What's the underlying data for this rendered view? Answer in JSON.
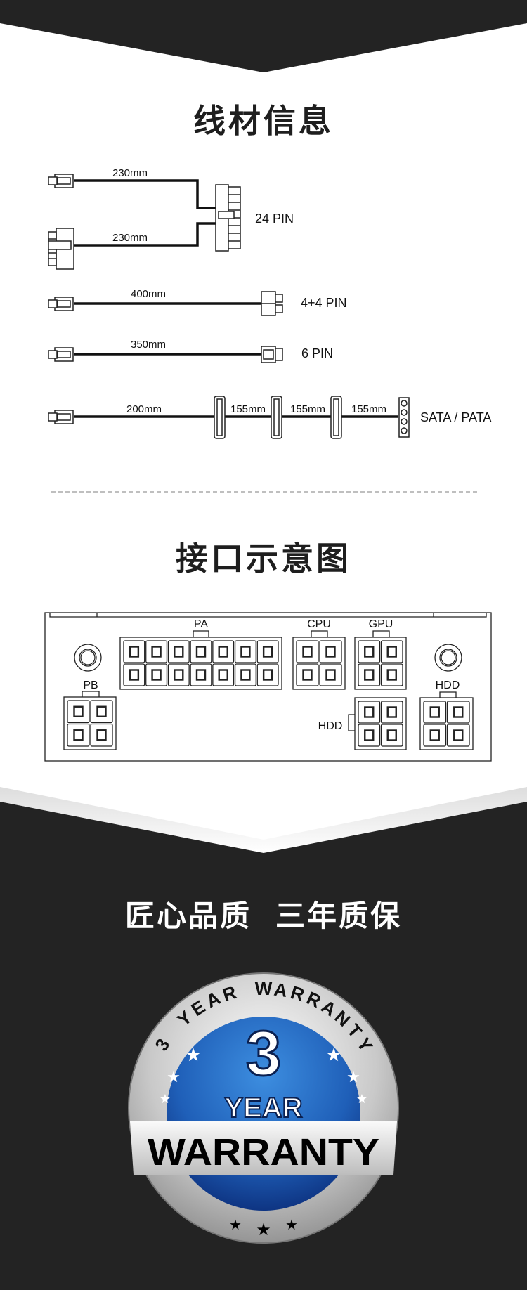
{
  "sections": {
    "cables_title": "线材信息",
    "interface_title": "接口示意图",
    "slogan_left": "匠心品质",
    "slogan_right": "三年质保"
  },
  "cables": {
    "atx_top_length": "230mm",
    "atx_bottom_length": "230mm",
    "atx_label": "24 PIN",
    "cpu_length": "400mm",
    "cpu_label": "4+4 PIN",
    "pcie_length": "350mm",
    "pcie_label": "6 PIN",
    "sata_first_length": "200mm",
    "sata_segments": [
      "155mm",
      "155mm",
      "155mm"
    ],
    "sata_label": "SATA / PATA"
  },
  "interface": {
    "pa_label": "PA",
    "cpu_label": "CPU",
    "gpu_label": "GPU",
    "pb_label": "PB",
    "hdd_mid_label": "HDD",
    "hdd_right_label": "HDD"
  },
  "badge": {
    "arc_text": "3 YEAR WARRANTY",
    "number": "3",
    "year": "YEAR",
    "warranty": "WARRANTY"
  },
  "colors": {
    "dark_bg": "#232323",
    "badge_blue": "#1f5fb8"
  }
}
